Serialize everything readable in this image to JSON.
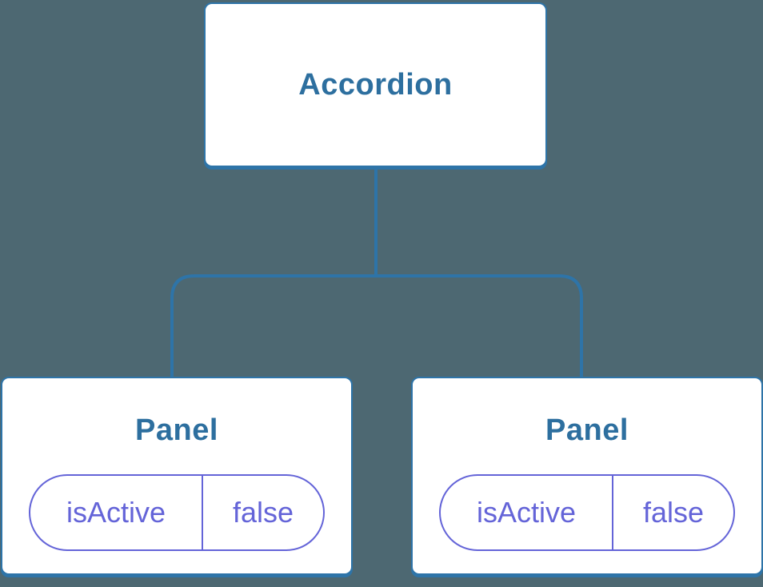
{
  "colors": {
    "background": "#4d6872",
    "connector": "#2e74a8",
    "node_border": "#2e74a8",
    "node_label": "#2d6f9f",
    "state_accent": "#6464d8",
    "node_background": "#ffffff"
  },
  "tree": {
    "root": {
      "label": "Accordion"
    },
    "children": [
      {
        "label": "Panel",
        "state": {
          "name": "isActive",
          "value": "false"
        }
      },
      {
        "label": "Panel",
        "state": {
          "name": "isActive",
          "value": "false"
        }
      }
    ]
  }
}
